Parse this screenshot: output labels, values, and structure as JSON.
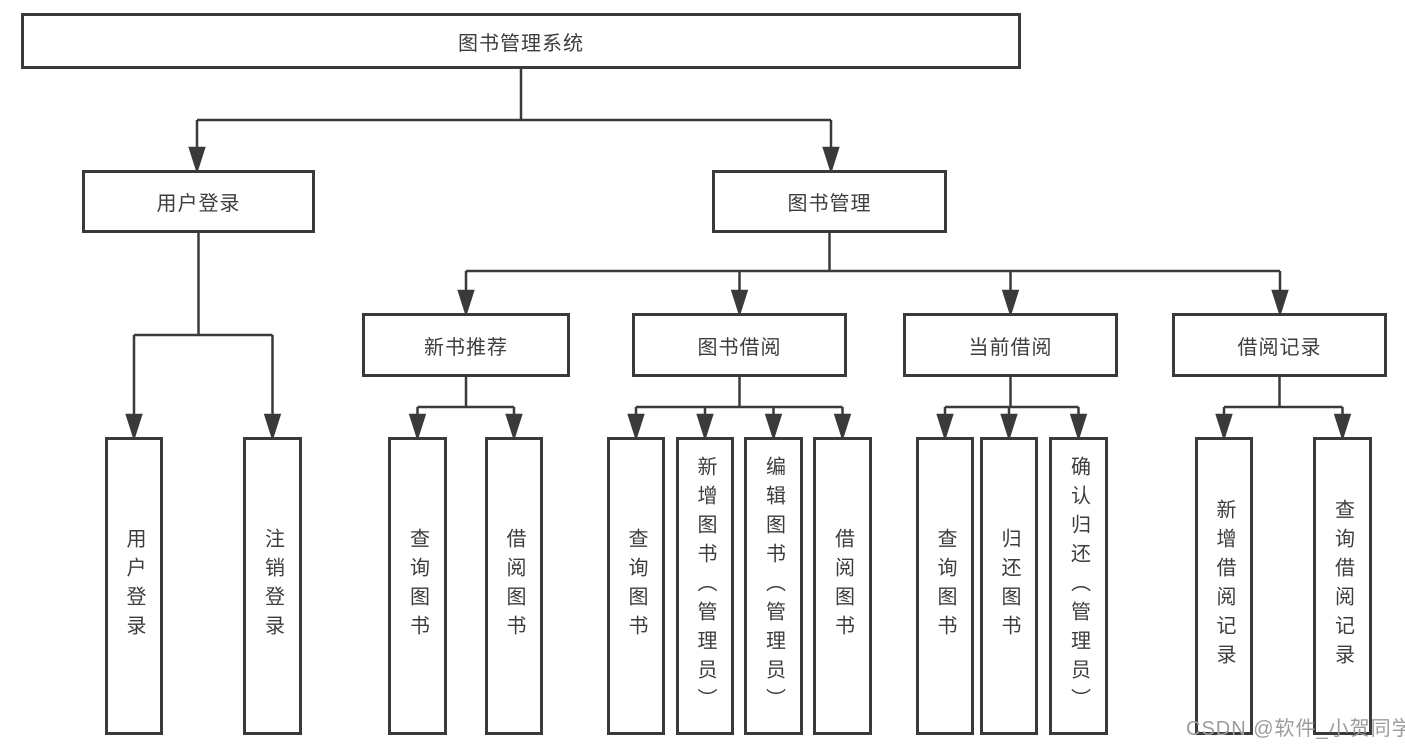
{
  "tree": {
    "root": {
      "label": "图书管理系统",
      "children": [
        {
          "label": "用户登录",
          "children": [
            {
              "label": "用户登录"
            },
            {
              "label": "注销登录"
            }
          ]
        },
        {
          "label": "图书管理",
          "children": [
            {
              "label": "新书推荐",
              "children": [
                {
                  "label": "查询图书"
                },
                {
                  "label": "借阅图书"
                }
              ]
            },
            {
              "label": "图书借阅",
              "children": [
                {
                  "label": "查询图书"
                },
                {
                  "label": "新增图书（管理员）"
                },
                {
                  "label": "编辑图书（管理员）"
                },
                {
                  "label": "借阅图书"
                }
              ]
            },
            {
              "label": "当前借阅",
              "children": [
                {
                  "label": "查询图书"
                },
                {
                  "label": "归还图书"
                },
                {
                  "label": "确认归还（管理员）"
                }
              ]
            },
            {
              "label": "借阅记录",
              "children": [
                {
                  "label": "新增借阅记录"
                },
                {
                  "label": "查询借阅记录"
                }
              ]
            }
          ]
        }
      ]
    }
  },
  "watermark": {
    "text": "CSDN @软件_小贺同学"
  },
  "colors": {
    "line": "#3a3a3a",
    "text": "#3d3d3d",
    "background": "#ffffff",
    "watermark": "#9c9c9c"
  }
}
